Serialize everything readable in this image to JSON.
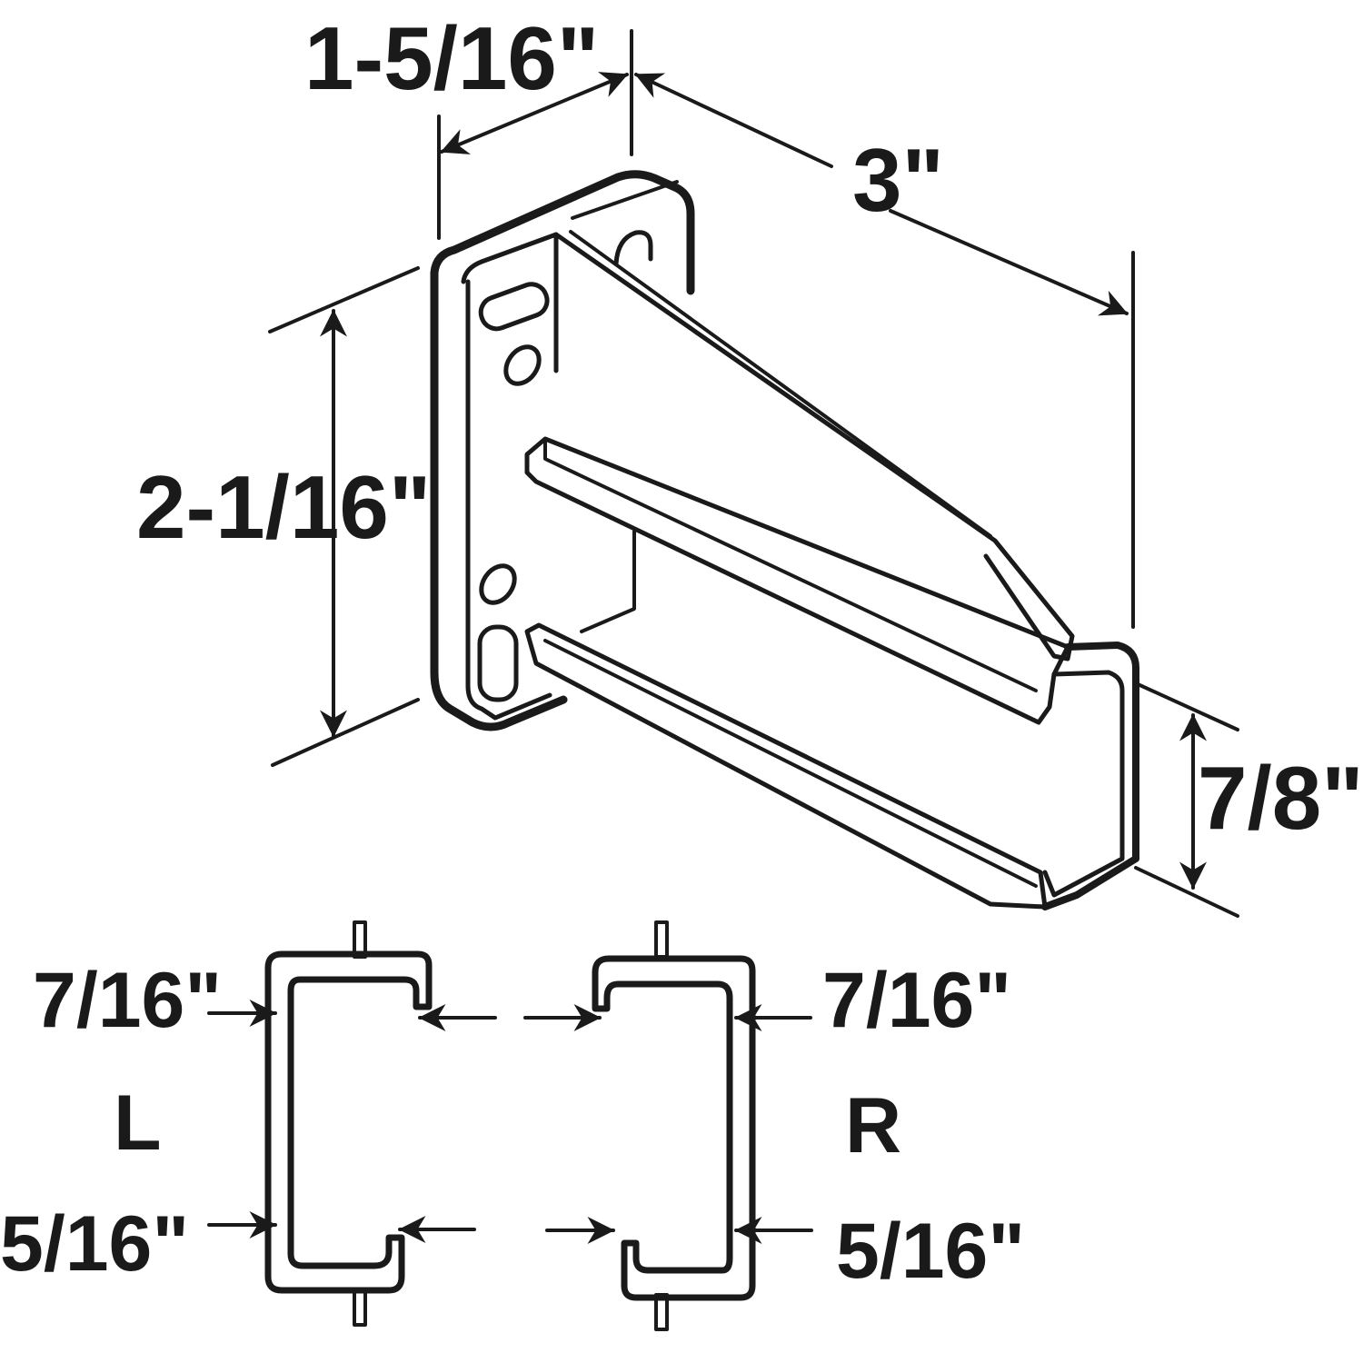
{
  "diagram": {
    "subject": "drawer slide rear mounting bracket",
    "colors": {
      "line": "#1a1a1a",
      "background": "#ffffff"
    },
    "dimensions": {
      "depth": "1-5/16\"",
      "length": "3\"",
      "height": "2-1/16\"",
      "channel_height": "7/8\""
    },
    "profiles": [
      {
        "side": "L",
        "top_dimension": "7/16\"",
        "bottom_dimension": "5/16\""
      },
      {
        "side": "R",
        "top_dimension": "7/16\"",
        "bottom_dimension": "5/16\""
      }
    ]
  }
}
